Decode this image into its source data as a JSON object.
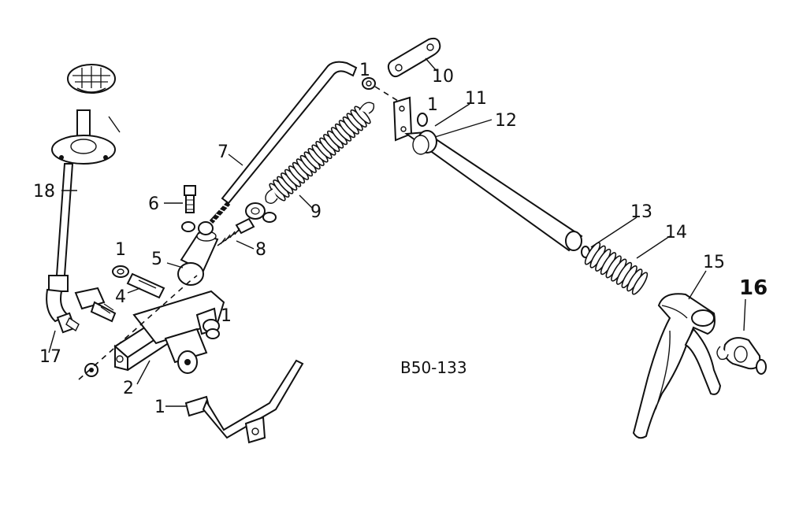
{
  "reference_code": "B50-133",
  "callouts": {
    "c1": "1",
    "c2": "2",
    "c4": "4",
    "c5": "5",
    "c6": "6",
    "c7": "7",
    "c8": "8",
    "c9": "9",
    "c10": "10",
    "c11": "11",
    "c12": "12",
    "c13": "13",
    "c14": "14",
    "c15": "15",
    "c16": "16",
    "c17": "17",
    "c18": "18",
    "washer": "1"
  }
}
